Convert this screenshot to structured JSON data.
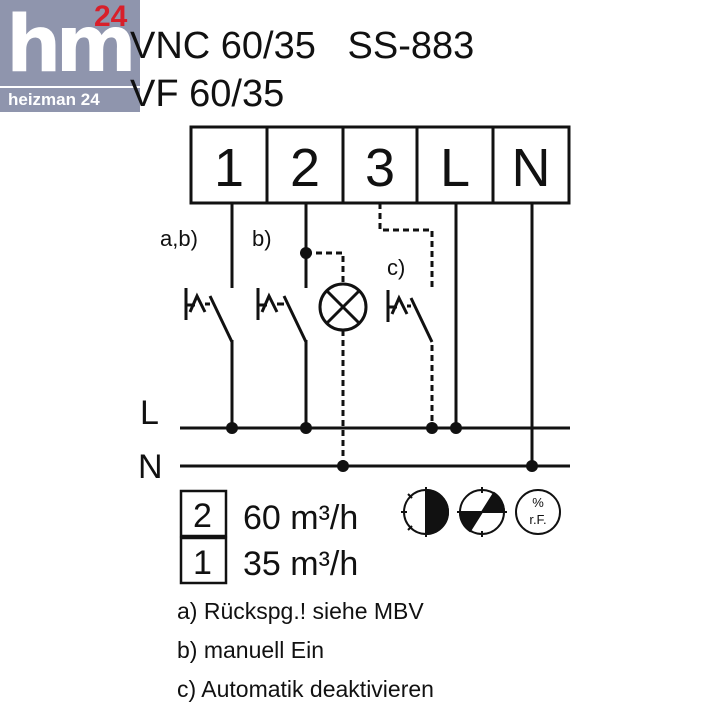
{
  "logo": {
    "mark": "hm",
    "number": "24",
    "name": "heizman 24"
  },
  "titles": {
    "line1": "VNC 60/35   SS-883",
    "line2": "VF 60/35"
  },
  "terminals": [
    "1",
    "2",
    "3",
    "L",
    "N"
  ],
  "switch_labels": {
    "ab": "a,b)",
    "b": "b)",
    "c": "c)"
  },
  "buses": {
    "L": "L",
    "N": "N"
  },
  "speeds": [
    {
      "stage": "2",
      "flow": "60 m³/h"
    },
    {
      "stage": "1",
      "flow": "35 m³/h"
    }
  ],
  "humidity_icon": {
    "line1": "%",
    "line2": "r.F."
  },
  "notes": [
    "a) Rückspg.! siehe MBV",
    "b) manuell Ein",
    "c) Automatik deaktivieren"
  ]
}
